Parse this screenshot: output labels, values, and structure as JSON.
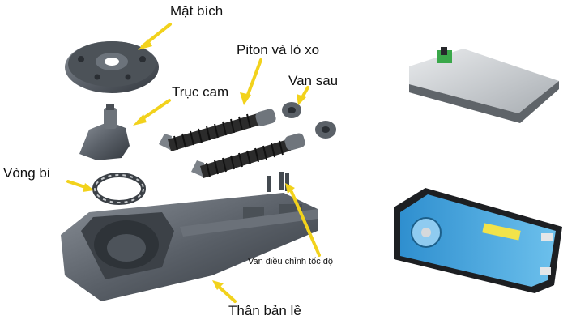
{
  "labels": {
    "flange": "Mặt bích",
    "piston_spring": "Piton và lò xo",
    "cam_shaft": "Trục cam",
    "rear_valve": "Van sau",
    "bearing": "Vòng bi",
    "speed_valve": "Van điều chỉnh tốc độ",
    "body": "Thân bản lề"
  },
  "colors": {
    "arrow": "#f2d21c",
    "metal": "#5a6068",
    "spring": "#2b2b2b",
    "cover": "#c9cdd1",
    "body_blue": "#47a7de"
  },
  "icons": {
    "arrow": "yellow-arrow-icon"
  }
}
